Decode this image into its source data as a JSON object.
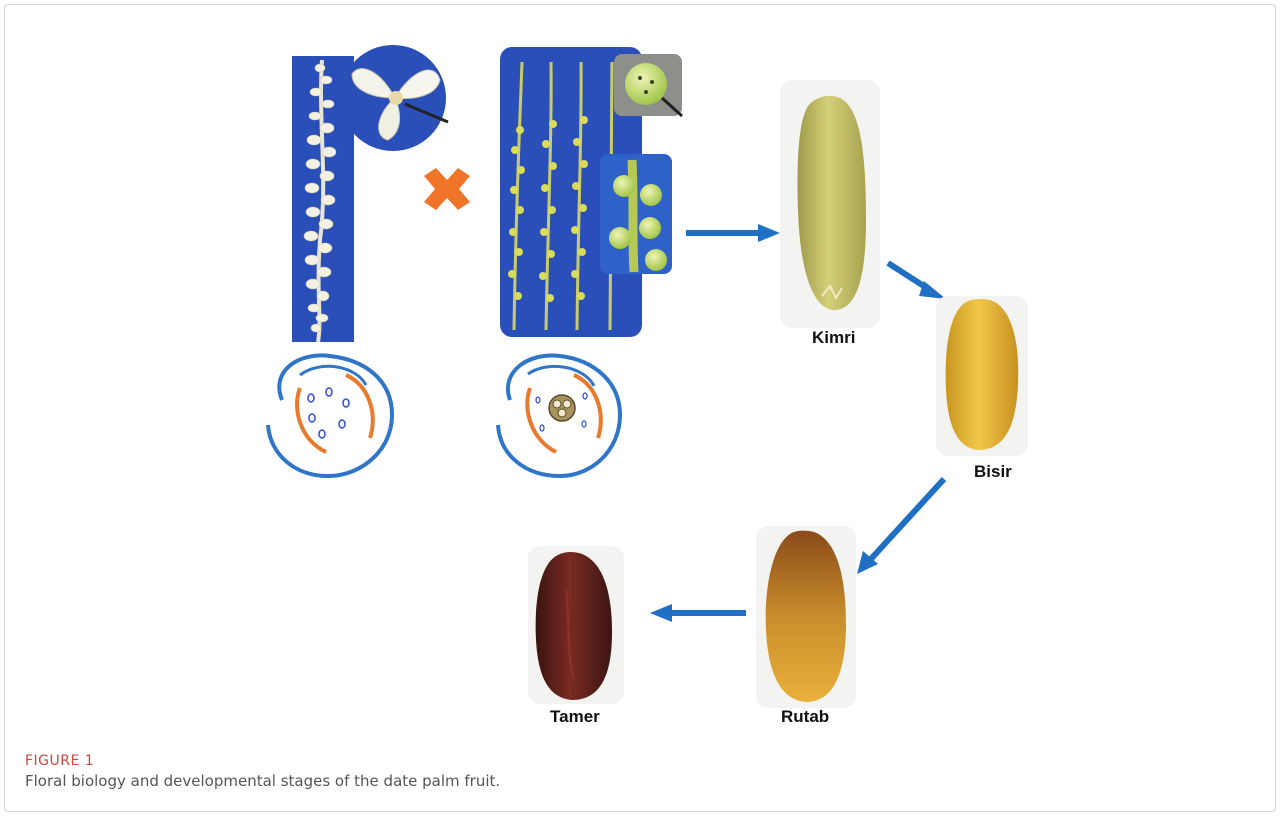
{
  "figure": {
    "label": "FIGURE 1",
    "caption": "Floral biology and developmental stages of the date palm fruit."
  },
  "stages": {
    "kimri": "Kimri",
    "bisir": "Bisir",
    "rutab": "Rutab",
    "tamer": "Tamer"
  },
  "colors": {
    "panel_blue": "#2a4fb8",
    "arrow_blue": "#1f6fc4",
    "cross_orange": "#f0752a",
    "diagram_blue": "#2f75c8",
    "diagram_orange": "#e87a2e",
    "caption_red": "#c9483d"
  }
}
